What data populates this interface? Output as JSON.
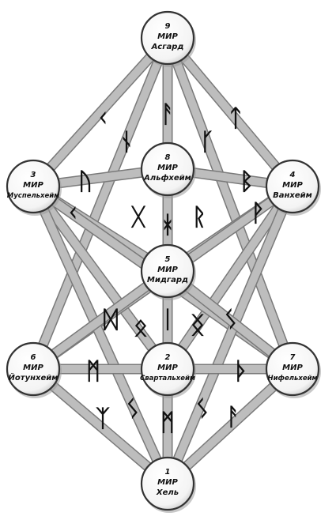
{
  "colors": {
    "edge": "#bdbdbd",
    "edge_border": "#7a7a7a",
    "node_fill": "#ffffff",
    "node_stroke": "#333333",
    "text": "#111111"
  },
  "worlds": [
    {
      "id": "w9",
      "number": "9",
      "label": "МИР",
      "name": "Асгард"
    },
    {
      "id": "w8",
      "number": "8",
      "label": "МИР",
      "name": "Альфхейм"
    },
    {
      "id": "w3",
      "number": "3",
      "label": "МИР",
      "name": "Муспельхейм"
    },
    {
      "id": "w4",
      "number": "4",
      "label": "МИР",
      "name": "Ванхейм"
    },
    {
      "id": "w5",
      "number": "5",
      "label": "МИР",
      "name": "Мидгард"
    },
    {
      "id": "w6",
      "number": "6",
      "label": "МИР",
      "name": "Йотунхейм"
    },
    {
      "id": "w2",
      "number": "2",
      "label": "МИР",
      "name": "Свартальхейм"
    },
    {
      "id": "w7",
      "number": "7",
      "label": "МИР",
      "name": "Нифельхейм"
    },
    {
      "id": "w1",
      "number": "1",
      "label": "МИР",
      "name": "Хель"
    }
  ],
  "paths": [
    [
      "w9",
      "w3"
    ],
    [
      "w9",
      "w4"
    ],
    [
      "w9",
      "w8"
    ],
    [
      "w9",
      "w6"
    ],
    [
      "w9",
      "w7"
    ],
    [
      "w9",
      "w2"
    ],
    [
      "w3",
      "w8"
    ],
    [
      "w8",
      "w4"
    ],
    [
      "w3",
      "w5"
    ],
    [
      "w5",
      "w4"
    ],
    [
      "w3",
      "w2"
    ],
    [
      "w4",
      "w2"
    ],
    [
      "w3",
      "w7"
    ],
    [
      "w4",
      "w6"
    ],
    [
      "w3",
      "w1"
    ],
    [
      "w4",
      "w1"
    ],
    [
      "w6",
      "w5"
    ],
    [
      "w5",
      "w7"
    ],
    [
      "w5",
      "w2"
    ],
    [
      "w6",
      "w2"
    ],
    [
      "w2",
      "w7"
    ],
    [
      "w6",
      "w1"
    ],
    [
      "w2",
      "w1"
    ],
    [
      "w7",
      "w1"
    ],
    [
      "w8",
      "w5"
    ]
  ],
  "runes": [
    {
      "id": "r1",
      "glyph": "ᚲ"
    },
    {
      "id": "r2",
      "glyph": "ᚾ"
    },
    {
      "id": "r3",
      "glyph": "ᚨ"
    },
    {
      "id": "r4",
      "glyph": "ᚴ"
    },
    {
      "id": "r5",
      "glyph": "ᛏ"
    },
    {
      "id": "r6",
      "glyph": "ᚢ"
    },
    {
      "id": "r7",
      "glyph": "ᛒ"
    },
    {
      "id": "r8",
      "glyph": "ᚲ"
    },
    {
      "id": "r9",
      "glyph": "ᚷ"
    },
    {
      "id": "r10",
      "glyph": "ᚼ"
    },
    {
      "id": "r11",
      "glyph": "ᚱ"
    },
    {
      "id": "r12",
      "glyph": "ᚹ"
    },
    {
      "id": "r13",
      "glyph": "ᛞ"
    },
    {
      "id": "r14",
      "glyph": "ᛟ"
    },
    {
      "id": "r15",
      "glyph": "ᛁ"
    },
    {
      "id": "r16",
      "glyph": "ᛝ"
    },
    {
      "id": "r17",
      "glyph": "ᛊ"
    },
    {
      "id": "r18",
      "glyph": "ᛗ"
    },
    {
      "id": "r19",
      "glyph": "ᚦ"
    },
    {
      "id": "r20",
      "glyph": "ᛉ"
    },
    {
      "id": "r21",
      "glyph": "ᛊ"
    },
    {
      "id": "r22",
      "glyph": "ᛗ"
    },
    {
      "id": "r23",
      "glyph": "ᛊ"
    },
    {
      "id": "r24",
      "glyph": "ᚨ"
    }
  ]
}
